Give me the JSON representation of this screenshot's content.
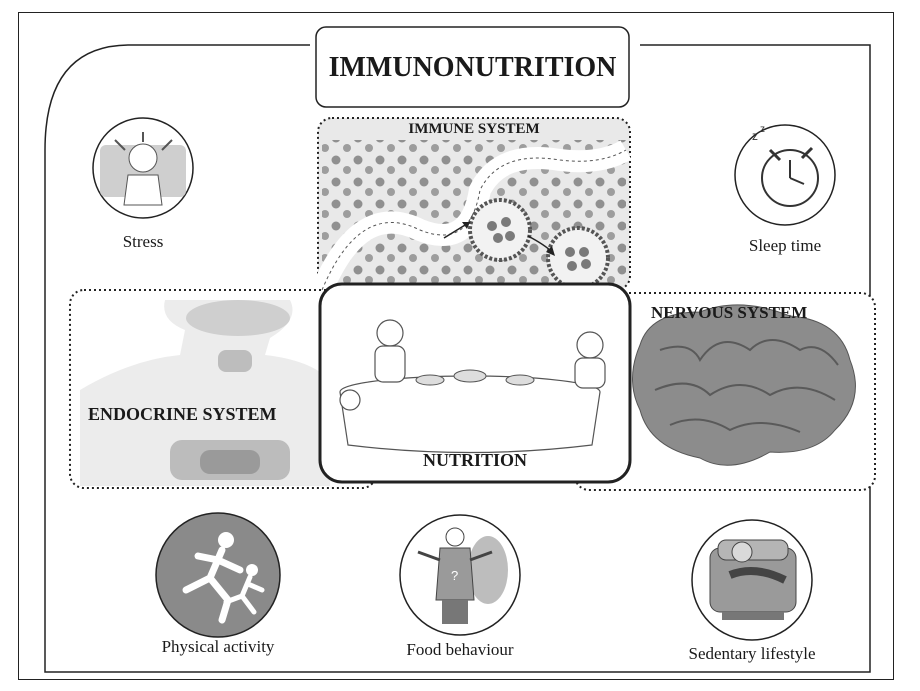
{
  "title": "IMMUNONUTRITION",
  "center": {
    "label": "NUTRITION"
  },
  "systems": {
    "immune": "IMMUNE SYSTEM",
    "endocrine": "ENDOCRINE SYSTEM",
    "nervous": "NERVOUS SYSTEM"
  },
  "factors": {
    "stress": "Stress",
    "sleep": "Sleep time",
    "physical": "Physical activity",
    "food": "Food behaviour",
    "sedentary": "Sedentary lifestyle"
  },
  "colors": {
    "stroke": "#222222",
    "panel_fill": "#e6e6e6",
    "dot_fill": "#7a7a7a",
    "brain": "#8c8c8c",
    "runner_disc": "#8a8a8a"
  }
}
